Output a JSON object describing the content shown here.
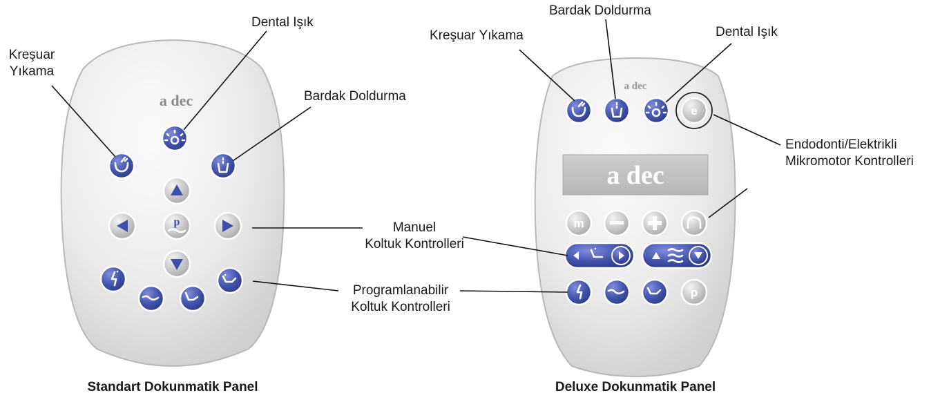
{
  "brand": {
    "logo": "a dec"
  },
  "standard_panel": {
    "caption": "Standart Dokunmatik Panel",
    "labels": {
      "cuspidor_rinse": [
        "Kreşuar",
        "Yıkama"
      ],
      "dental_light": "Dental Işık",
      "cup_fill": "Bardak Doldurma"
    }
  },
  "deluxe_panel": {
    "caption": "Deluxe Dokunmatik Panel",
    "labels": {
      "cuspidor_rinse": "Kreşuar Yıkama",
      "cup_fill": "Bardak Doldurma",
      "dental_light": "Dental Işık",
      "endo_motor": [
        "Endodonti/Elektrikli",
        "Mikromotor Kontrolleri"
      ]
    },
    "button_letters": {
      "e": "e",
      "m": "m",
      "p": "p"
    }
  },
  "shared_labels": {
    "manual_chair": [
      "Manuel",
      "Koltuk Kontrolleri"
    ],
    "programmable_chair": [
      "Programlanabilir",
      "Koltuk Kontrolleri"
    ]
  },
  "colors": {
    "button_blue": "#3f4fa8",
    "button_gray": "#c4c4c4",
    "panel_body": "#e6e6e6",
    "logo_text": "#8a8a8a"
  }
}
